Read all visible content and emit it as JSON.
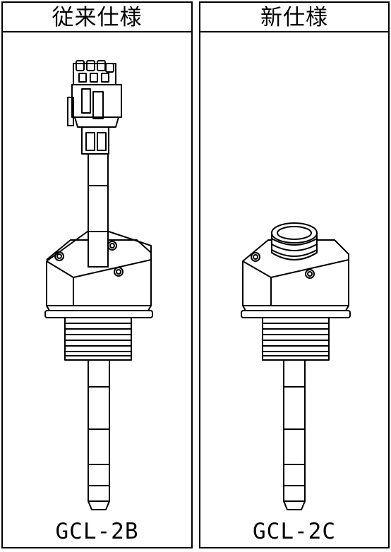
{
  "panels": [
    {
      "title": "従来仕様",
      "model": "GCL-2B",
      "connector": "cable-plug"
    },
    {
      "title": "新仕様",
      "model": "GCL-2C",
      "connector": "threaded-receptacle"
    }
  ],
  "colors": {
    "line": "#000000",
    "background": "#ffffff"
  }
}
